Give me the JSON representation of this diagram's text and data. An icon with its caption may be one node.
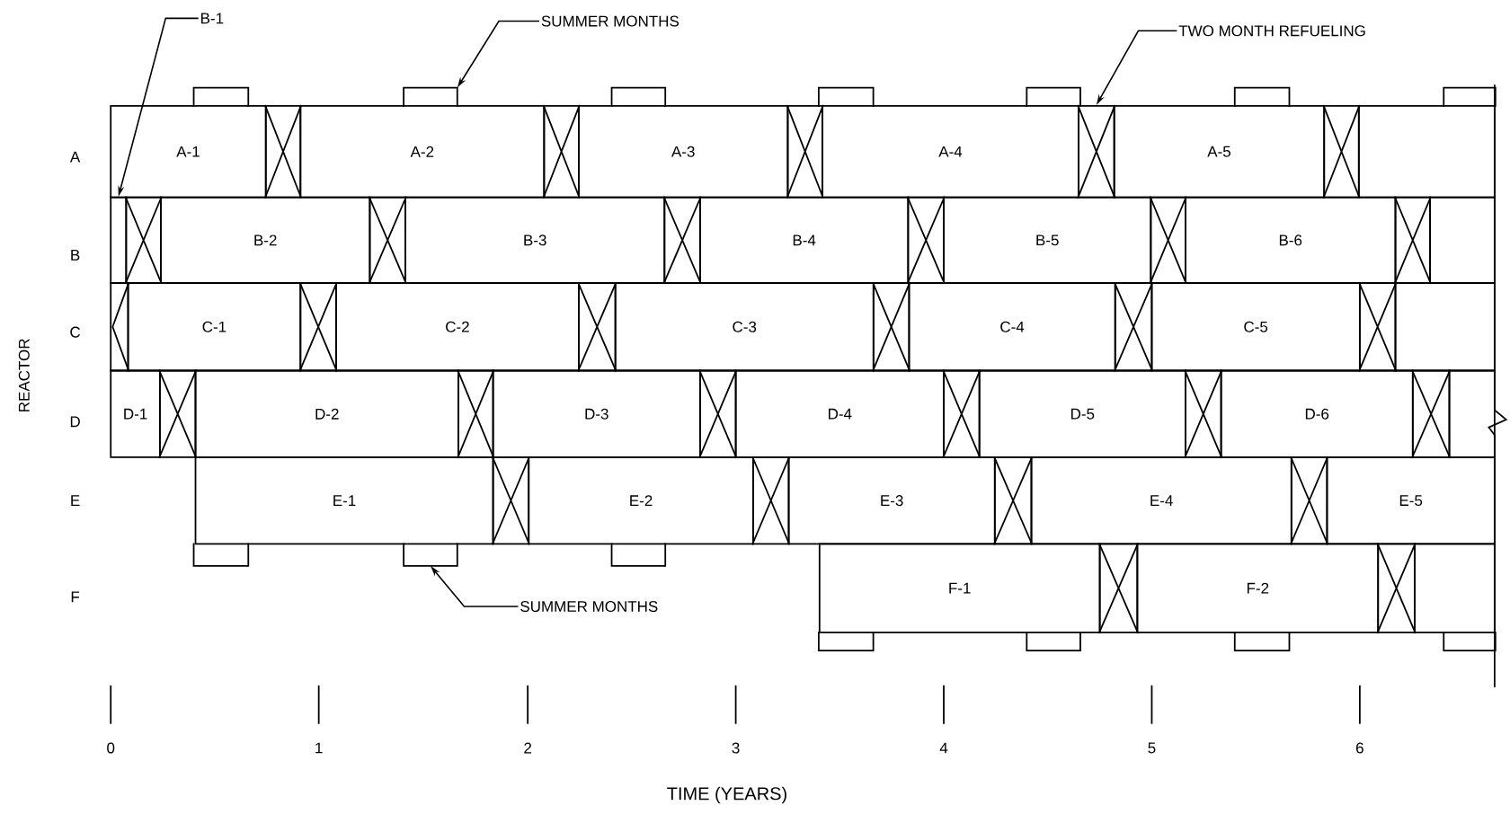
{
  "diagram": {
    "nodes": [
      {
        "text": [
          "B-1"
        ]
      },
      {
        "text": [
          "SUMMER MONTHS"
        ]
      },
      {
        "text": [
          "TWO MONTH REFUELING"
        ]
      },
      {
        "text": [],
        "shape": "bar"
      },
      {
        "text": [],
        "shape": "bar"
      },
      {
        "text": [],
        "shape": "bar"
      },
      {
        "text": [],
        "shape": "bar"
      },
      {
        "text": [],
        "shape": "bar"
      },
      {
        "text": [],
        "shape": "bar"
      },
      {
        "text": [],
        "shape": "bar"
      },
      {
        "text": [
          "A-1"
        ]
      },
      {
        "text": [],
        "shape": "box"
      },
      {
        "text": [
          "A-2"
        ]
      },
      {
        "text": [],
        "shape": "box"
      },
      {
        "text": [
          "A-3"
        ]
      },
      {
        "text": [],
        "shape": "box"
      },
      {
        "text": [
          "A-4"
        ]
      },
      {
        "text": [],
        "shape": "box"
      },
      {
        "text": [
          "A-5"
        ]
      },
      {
        "text": [],
        "shape": "box"
      },
      {
        "text": [],
        "shape": "box"
      },
      {
        "text": [],
        "shape": "box"
      },
      {
        "text": [],
        "shape": "box"
      },
      {
        "text": [
          "B-2"
        ]
      },
      {
        "text": [],
        "shape": "box"
      },
      {
        "text": [
          "B-3"
        ]
      },
      {
        "text": [],
        "shape": "box"
      },
      {
        "text": [
          "B-4"
        ]
      },
      {
        "text": [],
        "shape": "box"
      },
      {
        "text": [
          "B-5"
        ]
      },
      {
        "text": [],
        "shape": "box"
      },
      {
        "text": [
          "B-6"
        ]
      },
      {
        "text": [],
        "shape": "box"
      },
      {
        "text": [],
        "shape": "box"
      },
      {
        "text": [],
        "shape": "box"
      },
      {
        "text": [
          "C-1"
        ]
      },
      {
        "text": [],
        "shape": "box"
      },
      {
        "text": [
          "C-2"
        ]
      },
      {
        "text": [],
        "shape": "box"
      },
      {
        "text": [
          "C-3"
        ]
      },
      {
        "text": [],
        "shape": "box"
      },
      {
        "text": [
          "C-4"
        ]
      },
      {
        "text": [],
        "shape": "box"
      },
      {
        "text": [
          "C-5"
        ]
      },
      {
        "text": [],
        "shape": "box"
      },
      {
        "text": [],
        "shape": "box"
      },
      {
        "text": [
          "D-1"
        ]
      },
      {
        "text": [],
        "shape": "box"
      },
      {
        "text": [
          "D-2"
        ]
      },
      {
        "text": [],
        "shape": "box"
      },
      {
        "text": [
          "D-3"
        ]
      },
      {
        "text": [],
        "shape": "box"
      },
      {
        "text": [
          "D-4"
        ]
      },
      {
        "text": [],
        "shape": "box"
      },
      {
        "text": [
          "D-5"
        ]
      },
      {
        "text": [],
        "shape": "box"
      },
      {
        "text": [
          "D-6"
        ]
      },
      {
        "text": [],
        "shape": "box"
      },
      {
        "text": [],
        "shape": "box"
      },
      {
        "text": [
          "E-1"
        ]
      },
      {
        "text": [],
        "shape": "box"
      },
      {
        "text": [
          "E-2"
        ]
      },
      {
        "text": [],
        "shape": "box"
      },
      {
        "text": [
          "E-3"
        ]
      },
      {
        "text": [],
        "shape": "box"
      },
      {
        "text": [
          "E-4"
        ]
      },
      {
        "text": [],
        "shape": "box"
      },
      {
        "text": [
          "E-5"
        ]
      },
      {
        "text": [],
        "shape": "bar"
      },
      {
        "text": [],
        "shape": "bar"
      },
      {
        "text": [],
        "shape": "bar"
      },
      {
        "text": [
          "F-1"
        ]
      },
      {
        "text": [],
        "shape": "box"
      },
      {
        "text": [
          "F-2"
        ]
      },
      {
        "text": [],
        "shape": "box"
      },
      {
        "text": [],
        "shape": "box"
      },
      {
        "text": [],
        "shape": "bar"
      },
      {
        "text": [],
        "shape": "bar"
      },
      {
        "text": [],
        "shape": "bar"
      },
      {
        "text": [],
        "shape": "bar"
      },
      {
        "text": [
          "SUMMER MONTHS"
        ]
      }
    ],
    "edges": [
      {
        "from": 0,
        "to": 21,
        "arrow": "to"
      },
      {
        "from": 1,
        "to": 4,
        "arrow": "to"
      },
      {
        "from": 2,
        "to": 17,
        "arrow": "to"
      },
      {
        "from": 80,
        "to": 69,
        "arrow": "to"
      }
    ],
    "labels": [
      "A",
      "B",
      "C",
      "D",
      "E",
      "F",
      "REACTOR",
      "0",
      "1",
      "2",
      "3",
      "4",
      "5",
      "6",
      "TIME (YEARS)"
    ]
  }
}
